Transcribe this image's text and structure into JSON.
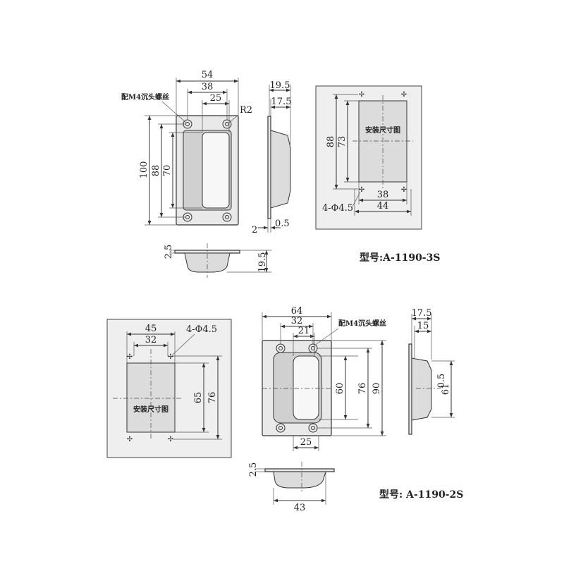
{
  "top_drawing": {
    "front_view": {
      "dims": {
        "width_overall": "54",
        "hole_spacing": "38",
        "grip_width": "25",
        "height_overall": "100",
        "hole_spacing_v": "88",
        "grip_height": "70",
        "radius": "R2"
      },
      "screw_note": "配M4沉头螺丝"
    },
    "side_view": {
      "dims": {
        "depth_overall": "19.5",
        "depth_inner": "17.5",
        "flange_thickness": "2",
        "sheet_thickness": "0.5"
      }
    },
    "bottom_view": {
      "dims": {
        "flange": "2.5",
        "depth": "19.5"
      }
    },
    "install_view": {
      "label": "安装尺寸图",
      "dims": {
        "hole_spacing_v": "88",
        "cutout_height": "73",
        "cutout_width": "38",
        "hole_spacing_h": "44",
        "holes": "4-Φ4.5"
      }
    },
    "model": "型号:A-1190-3S"
  },
  "bottom_drawing": {
    "install_view": {
      "label": "安装尺寸图",
      "dims": {
        "hole_spacing_h": "45",
        "cutout_width": "32",
        "holes": "4-Φ4.5",
        "cutout_height": "65",
        "hole_spacing_v": "76"
      }
    },
    "front_view": {
      "dims": {
        "width_overall": "64",
        "hole_spacing": "32",
        "grip_width": "21",
        "height_overall": "90",
        "hole_spacing_v": "76",
        "grip_height": "60",
        "bottom_width": "25"
      },
      "screw_note": "配M4沉头螺丝"
    },
    "side_view": {
      "dims": {
        "depth_overall": "17.5",
        "depth_inner": "15",
        "sheet_thickness": "0.5",
        "height": "61"
      }
    },
    "bottom_view": {
      "dims": {
        "flange": "2.5",
        "width": "43"
      }
    },
    "model": "型号: A-1190-2S"
  }
}
